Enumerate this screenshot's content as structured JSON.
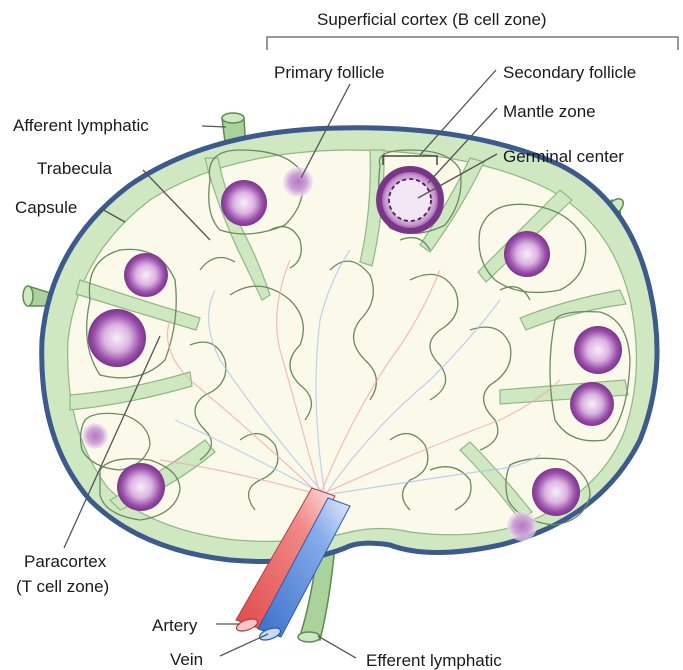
{
  "labels": {
    "superficial_cortex": "Superficial cortex (B cell zone)",
    "primary_follicle": "Primary follicle",
    "secondary_follicle": "Secondary follicle",
    "mantle_zone": "Mantle zone",
    "germinal_center": "Germinal center",
    "afferent_lymphatic": "Afferent lymphatic",
    "trabecula": "Trabecula",
    "capsule": "Capsule",
    "paracortex_line1": "Paracortex",
    "paracortex_line2": "(T cell zone)",
    "artery": "Artery",
    "vein": "Vein",
    "efferent_lymphatic": "Efferent lymphatic"
  },
  "colors": {
    "capsule": "#3c5a8c",
    "cortex_tissue": "#cfe8c2",
    "medulla_fill": "#fbf9ea",
    "follicle_dark": "#8a3f9a",
    "follicle_light": "#f3e4f4",
    "artery": "#e05a5a",
    "vein": "#4a7fd0",
    "vessel_green": "#9cc98f",
    "leader_line": "#555555"
  }
}
